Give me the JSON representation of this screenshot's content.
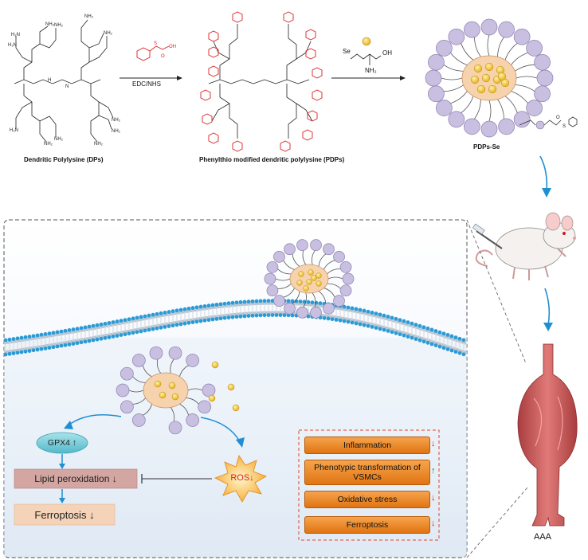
{
  "synthesis": {
    "dp_label": "Dendritic Polylysine (DPs)",
    "pdp_label": "Phenylthio modified dendritic polylysine (PDPs)",
    "reagent1": "EDC/NHS",
    "reagent2_se": "Se",
    "reagent2_nh2": "NH₂",
    "reagent2_oh": "OH",
    "product_label": "PDPs-Se"
  },
  "right": {
    "aaa_label": "AAA"
  },
  "mechanism": {
    "gpx4": "GPX4 ↑",
    "lipid": "Lipid peroxidation ↓",
    "ferro": "Ferroptosis ↓",
    "ros": "ROS↓",
    "effects": [
      {
        "label": "Inflammation",
        "dir": "↓",
        "color": "#d62020"
      },
      {
        "label": "Phenotypic transformation of VSMCs",
        "dir": "↑",
        "color": "#1a8a2e"
      },
      {
        "label": "Oxidative stress",
        "dir": "↓",
        "color": "#d62020"
      },
      {
        "label": "Ferroptosis",
        "dir": "↓",
        "color": "#d62020"
      }
    ]
  },
  "colors": {
    "lavender": "#c9bfe0",
    "core": "#f6d3ad",
    "gold": "#f2c224",
    "blue_arrow": "#1f8fd1",
    "orange": "#ef8a2a",
    "aorta": "#c85b5b"
  }
}
